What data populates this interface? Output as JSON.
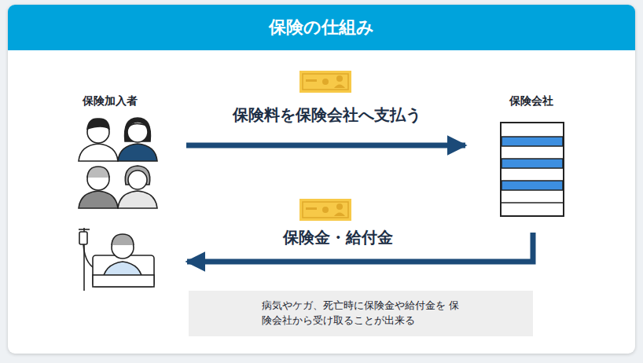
{
  "diagram": {
    "title": "保険の仕組み",
    "nodes": [
      {
        "text": [
          "保険加入者"
        ]
      },
      {
        "text": [
          "保険会社"
        ]
      },
      {
        "text": [
          "病気やケガ、死亡時に保険金や給付金を 保険会社から受け取ることが出来る"
        ]
      }
    ],
    "edges": [
      {
        "from": 0,
        "to": 1,
        "arrow": "to",
        "label": "保険料を保険会社へ支払う"
      },
      {
        "from": 1,
        "to": 0,
        "arrow": "to",
        "label": "保険金・給付金"
      }
    ]
  }
}
